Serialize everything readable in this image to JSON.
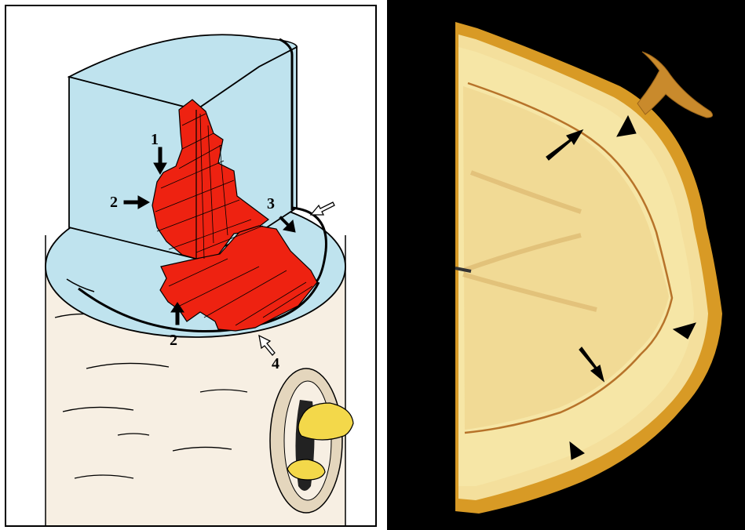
{
  "left_panel": {
    "labels": {
      "label_1": "1",
      "label_2_upper": "2",
      "label_2_lower": "2",
      "label_3": "3",
      "label_4": "4"
    },
    "colors": {
      "wall": "#bfe3ee",
      "discoloration": "#ee2211",
      "bark": "#f7efe3",
      "fungus": "#f3d84a",
      "wound": "#e4d6bd"
    }
  },
  "right_panel": {
    "colors": {
      "background": "#000000",
      "wood": "#f6e6a6",
      "sapwood_band": "#f1d98f",
      "bark": "#d89a25"
    }
  }
}
